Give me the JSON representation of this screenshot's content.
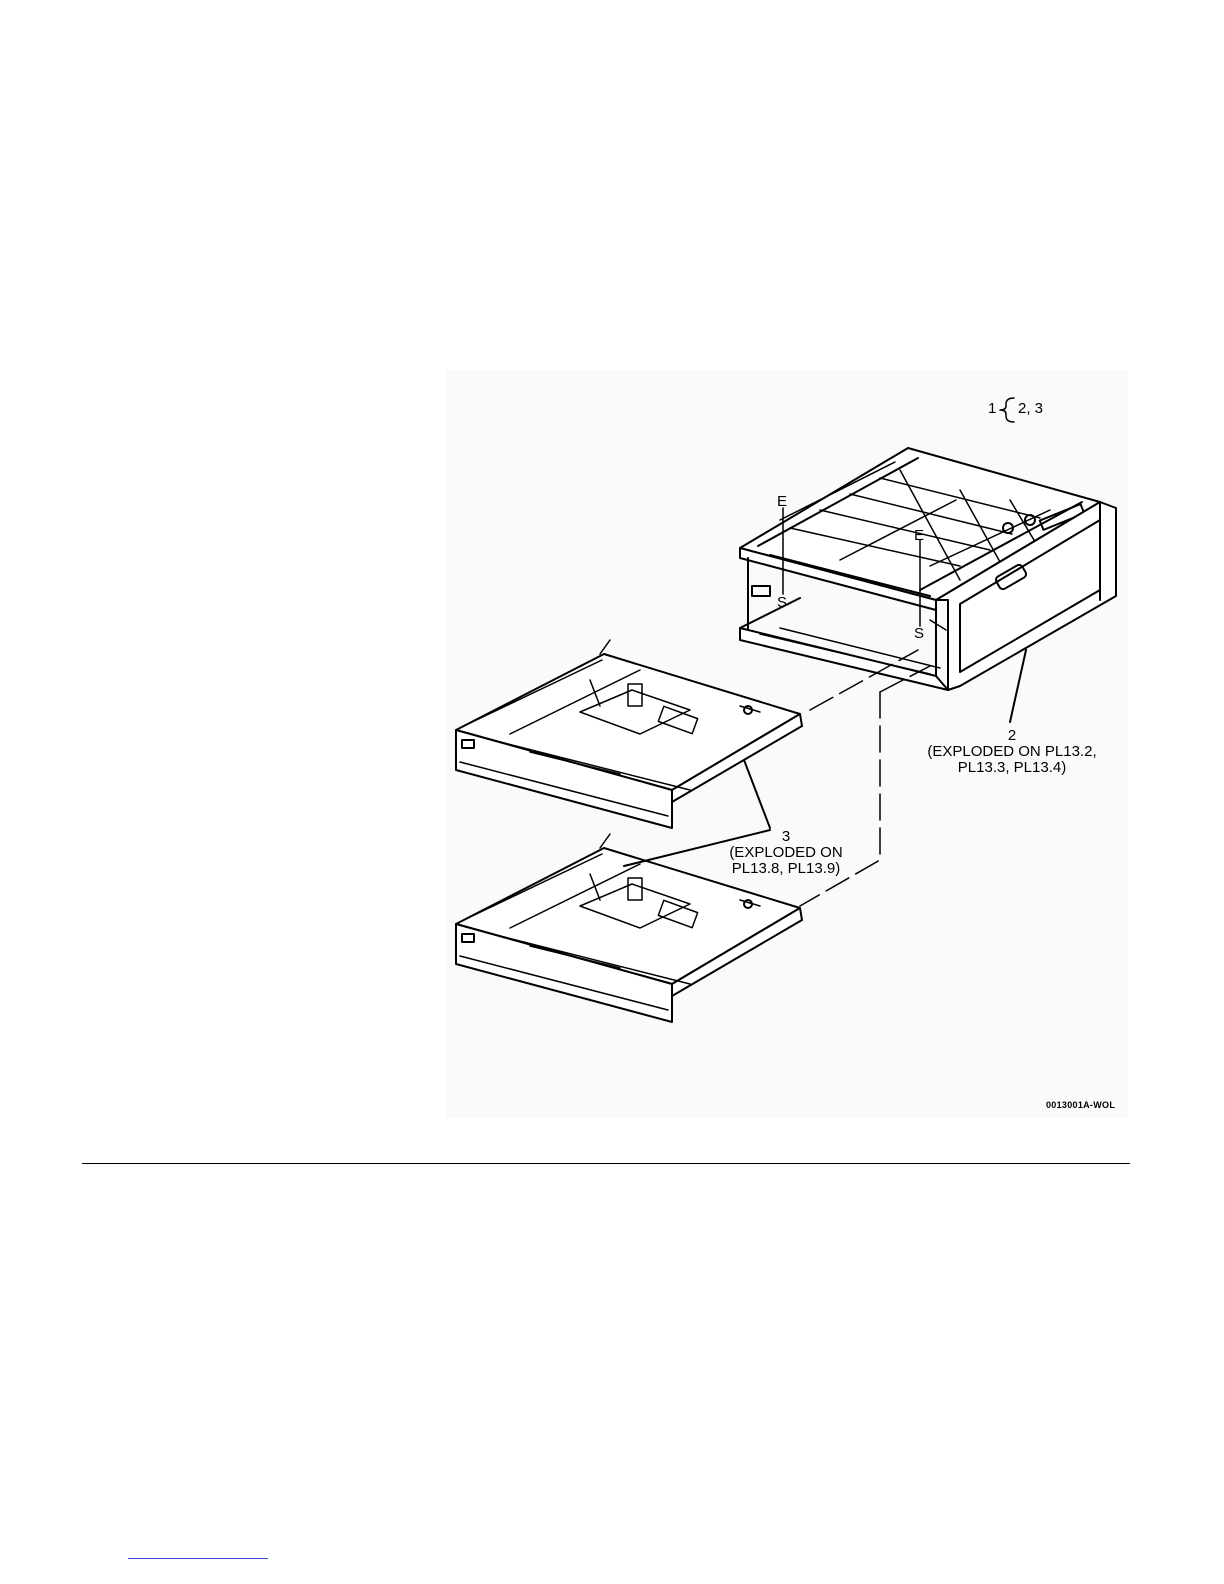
{
  "figure": {
    "assembly_callout": {
      "item": "1",
      "children": "2, 3"
    },
    "letters": {
      "e_left": "E",
      "s_left": "S",
      "e_right": "E",
      "s_right": "S"
    },
    "callout_2": {
      "number": "2",
      "line1": "(EXPLODED ON PL13.2,",
      "line2": "PL13.3, PL13.4)"
    },
    "callout_3": {
      "number": "3",
      "line1": "(EXPLODED ON",
      "line2": "PL13.8, PL13.9)"
    },
    "figure_id": "0013001A-WOL"
  },
  "colors": {
    "line": "#000000",
    "panel": "#fafafa",
    "link_rule": "#3a4bd6"
  }
}
